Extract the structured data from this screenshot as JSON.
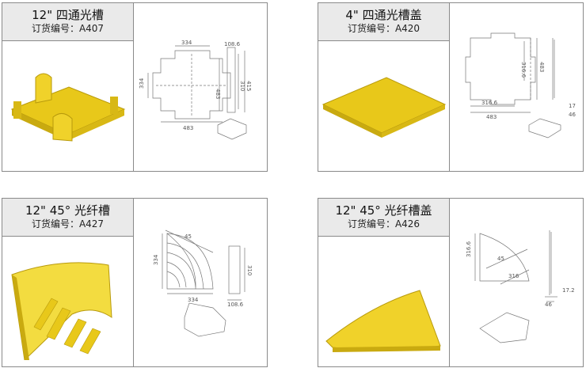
{
  "products": [
    {
      "title": "12\" 四通光槽",
      "order_code": "订货编号：A407",
      "dims": [
        "334",
        "108.6",
        "334",
        "483",
        "310",
        "415",
        "483"
      ]
    },
    {
      "title": "4\" 四通光槽盖",
      "order_code": "订货编号：A420",
      "dims": [
        "316.6",
        "483",
        "316.6",
        "483",
        "17",
        "46"
      ]
    },
    {
      "title": "12\" 45° 光纤槽",
      "order_code": "订货编号：A427",
      "dims": [
        "45",
        "334",
        "334",
        "310",
        "108.6"
      ]
    },
    {
      "title": "12\" 45° 光纤槽盖",
      "order_code": "订货编号：A426",
      "dims": [
        "316.6",
        "45",
        "316",
        "17.2",
        "46"
      ]
    }
  ],
  "colors": {
    "product_yellow": "#e8c81a",
    "product_yellow_dark": "#b89a0c",
    "header_bg": "#eaeaea",
    "border": "#8a8a8a",
    "line": "#777777"
  }
}
